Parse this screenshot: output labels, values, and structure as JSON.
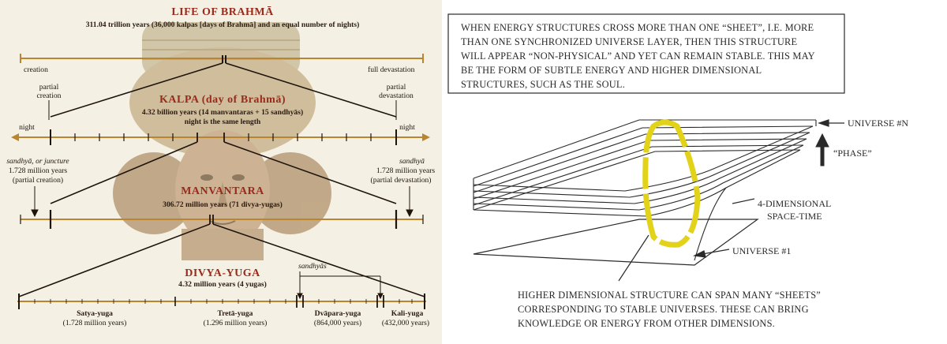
{
  "left": {
    "brahma": {
      "title": "LIFE OF BRAHMĀ",
      "subtitle": "311.04 trillion years (36,000 kalpas [days of Brahmā] and an equal number of nights)",
      "left_label": "creation",
      "right_label": "full devastation"
    },
    "kalpa": {
      "title": "KALPA (day of Brahmā)",
      "subtitle_1": "4.32 billion years (14 manvantaras + 15 sandhyās)",
      "subtitle_2": "night is the same length",
      "partial_creation_1": "partial",
      "partial_creation_2": "creation",
      "partial_devastation_1": "partial",
      "partial_devastation_2": "devastation",
      "night_left": "night",
      "night_right": "night"
    },
    "sandhya_left": {
      "line1": "sandhyā, or juncture",
      "line2": "1.728 million years",
      "line3": "(partial creation)"
    },
    "sandhya_right": {
      "line1": "sandhyā",
      "line2": "1.728 million years",
      "line3": "(partial devastation)"
    },
    "manvantara": {
      "title": "MANVANTARA",
      "subtitle": "306.72 million years (71 divya-yugas)"
    },
    "divya_yuga": {
      "title": "DIVYA-YUGA",
      "subtitle": "4.32 million years (4 yugas)",
      "sandhyas_label": "sandhyās",
      "yugas": [
        {
          "name": "Satya-yuga",
          "years": "(1.728 million years)"
        },
        {
          "name": "Tretā-yuga",
          "years": "(1.296 million years)"
        },
        {
          "name": "Dvāpara-yuga",
          "years": "(864,000 years)"
        },
        {
          "name": "Kali-yuga",
          "years": "(432,000 years)"
        }
      ]
    }
  },
  "right": {
    "note_lines": [
      "WHEN ENERGY STRUCTURES CROSS MORE THAN ONE “SHEET”, I.E. MORE",
      "THAN ONE SYNCHRONIZED UNIVERSE LAYER, THEN THIS STRUCTURE",
      "WILL APPEAR “NON-PHYSICAL” AND YET CAN REMAIN STABLE. THIS MAY",
      "BE THE FORM OF SUBTLE ENERGY AND HIGHER DIMENSIONAL",
      "STRUCTURES, SUCH AS THE SOUL."
    ],
    "universe_n": "UNIVERSE #N",
    "phase": "“PHASE”",
    "spacetime_1": "4-DIMENSIONAL",
    "spacetime_2": "SPACE-TIME",
    "universe_1": "UNIVERSE #1",
    "caption_lines": [
      "HIGHER DIMENSIONAL STRUCTURE CAN SPAN MANY “SHEETS”",
      "CORRESPONDING TO STABLE UNIVERSES. THESE CAN BRING",
      "KNOWLEDGE OR ENERGY FROM OTHER DIMENSIONS."
    ],
    "colors": {
      "loop": "#e2d21a",
      "ink": "#2a2a2a"
    }
  }
}
